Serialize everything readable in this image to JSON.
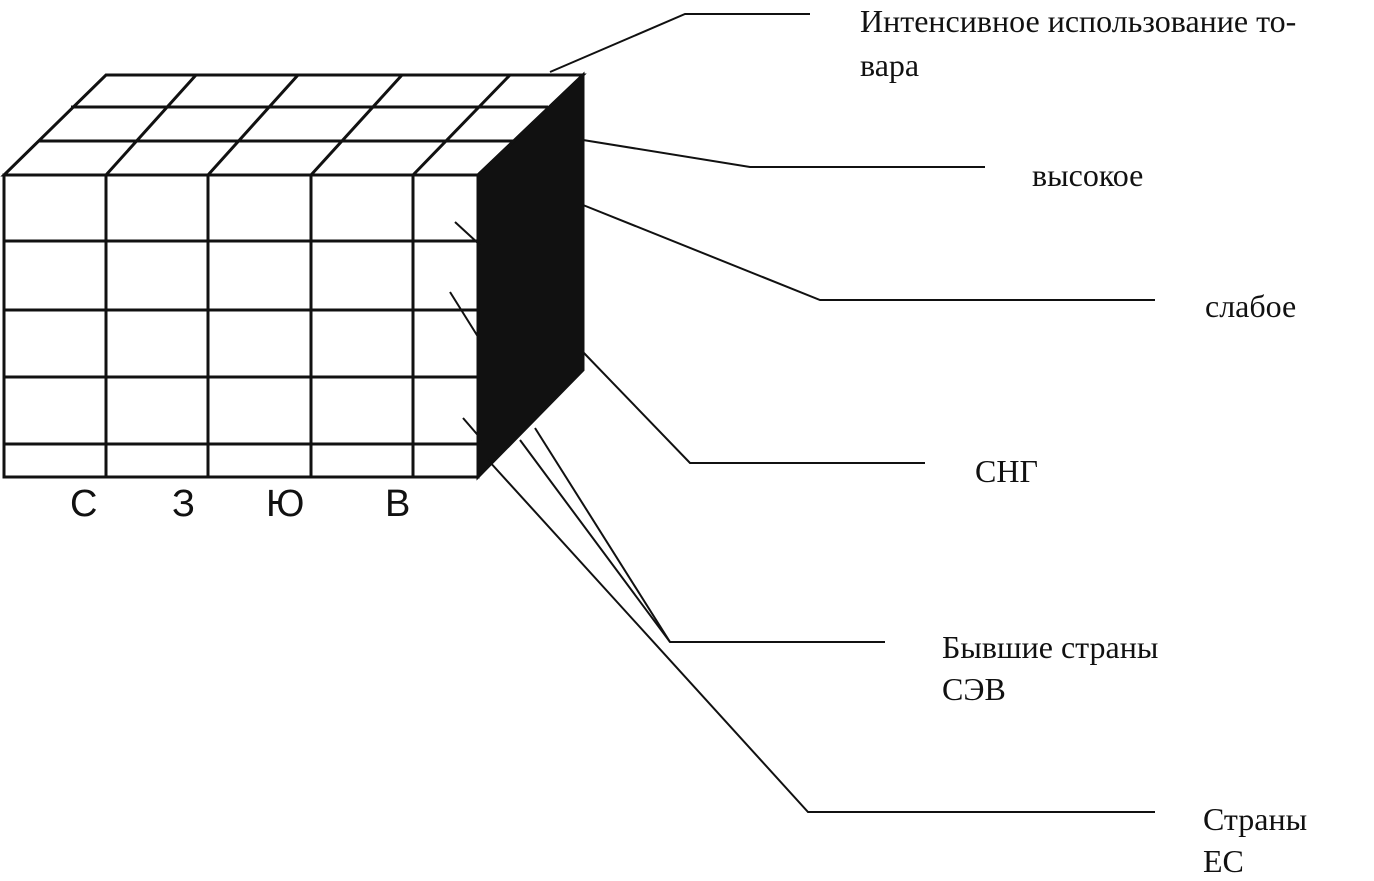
{
  "labels": {
    "intensive_line1": "Интенсивное использование то-",
    "intensive_line2": "вара",
    "high": "высокое",
    "weak": "слабое",
    "cis": "СНГ",
    "former_cmea_line1": "Бывшие страны",
    "former_cmea_line2": "СЭВ",
    "eu_line1": "Страны",
    "eu_line2": "ЕС"
  },
  "axis": {
    "north": "С",
    "west": "З",
    "south": "Ю",
    "east": "В"
  },
  "colors": {
    "ink": "#111111",
    "side_face": "#111111",
    "background": "#ffffff"
  }
}
